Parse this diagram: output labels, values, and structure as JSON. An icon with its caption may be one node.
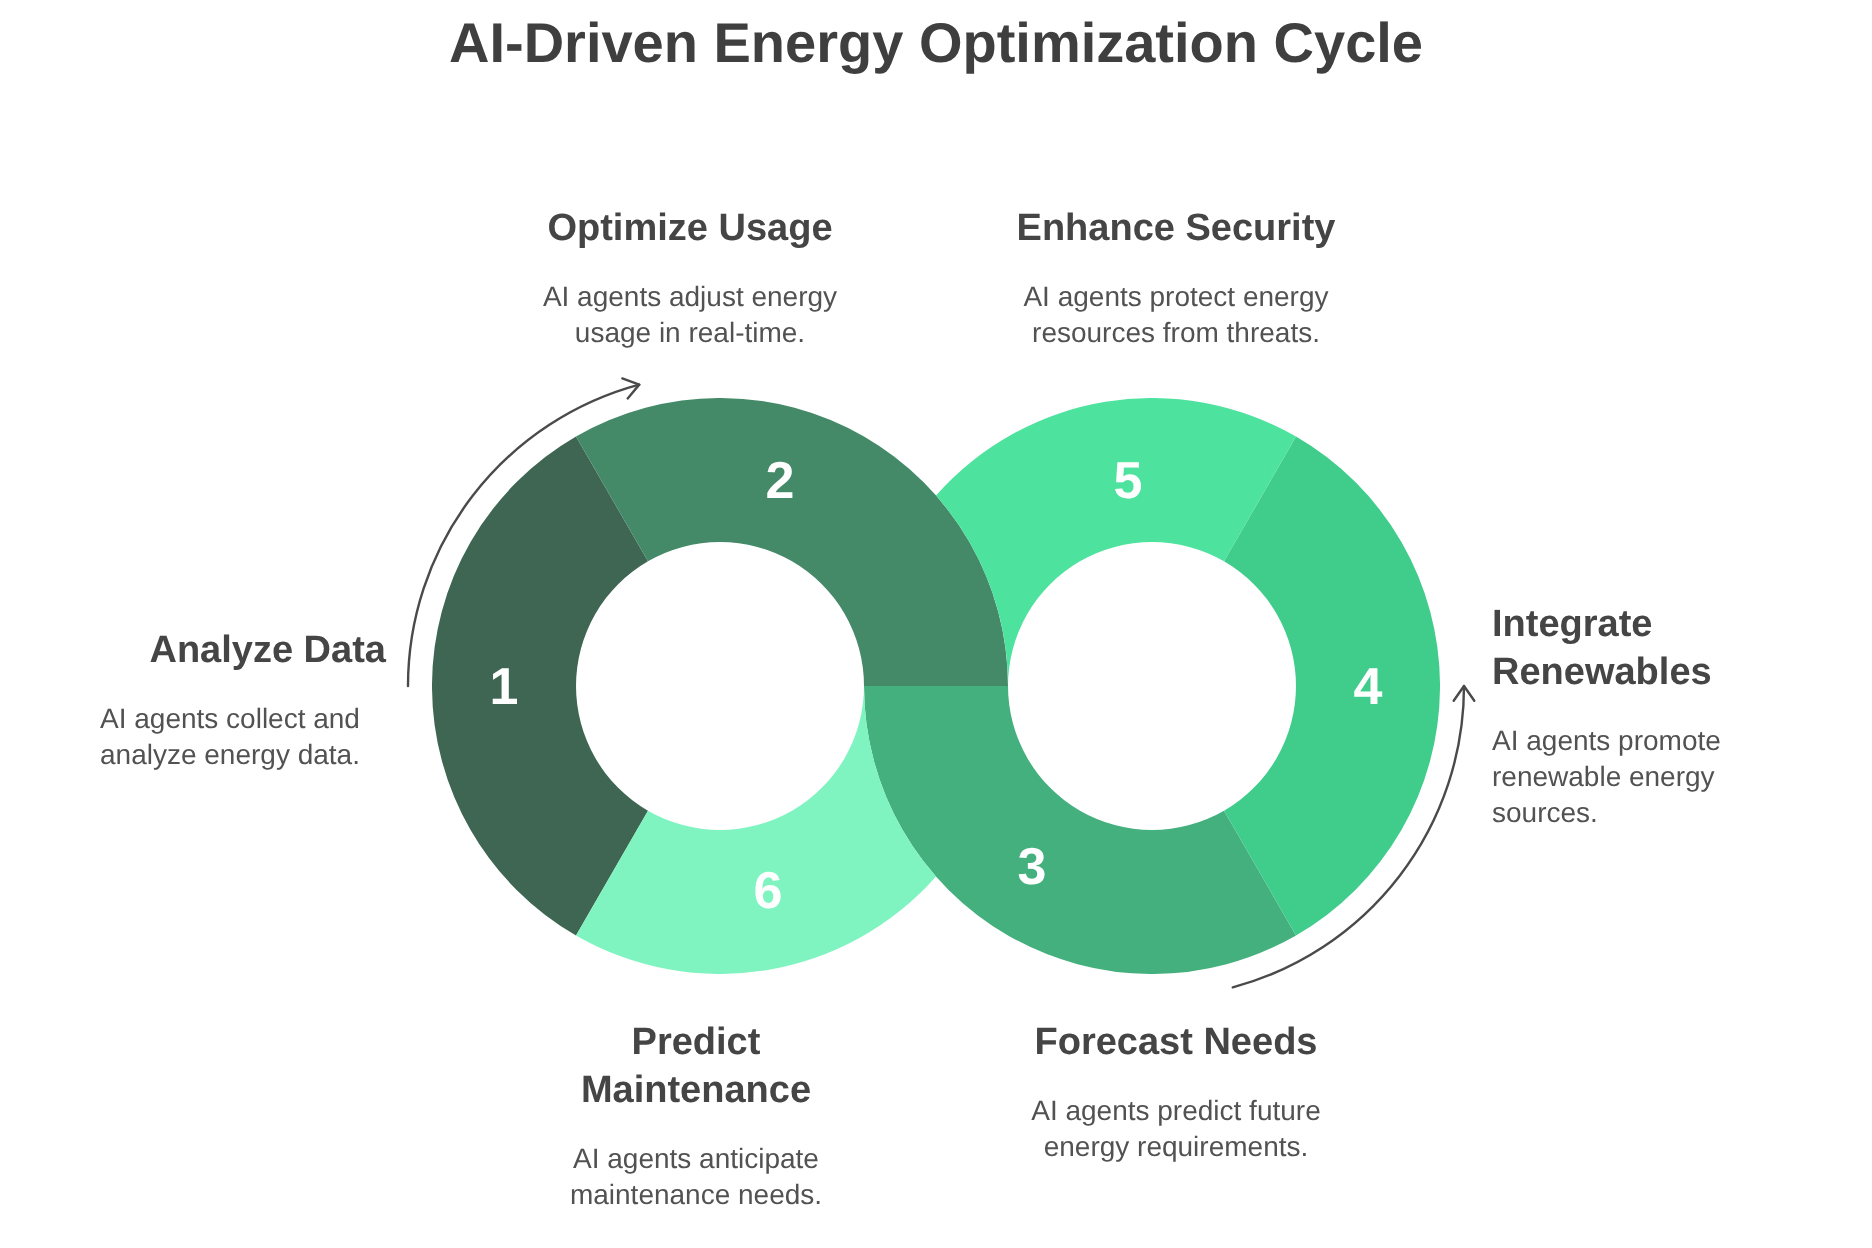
{
  "diagram": {
    "title": "AI-Driven Energy Optimization Cycle",
    "nodes": [
      {
        "text": [
          "1"
        ],
        "beside": [
          "Analyze Data",
          "AI agents collect and analyze energy data."
        ]
      },
      {
        "text": [
          "2"
        ],
        "beside": [
          "Optimize Usage",
          "AI agents adjust energy usage in real-time."
        ]
      },
      {
        "text": [
          "3"
        ],
        "beside": [
          "Forecast Needs",
          "AI agents predict future energy requirements."
        ]
      },
      {
        "text": [
          "4"
        ],
        "beside": [
          "Integrate Renewables",
          "AI agents promote renewable energy sources."
        ]
      },
      {
        "text": [
          "5"
        ],
        "beside": [
          "Enhance Security",
          "AI agents protect energy resources from threats."
        ]
      },
      {
        "text": [
          "6"
        ],
        "beside": [
          "Predict Maintenance",
          "AI agents anticipate maintenance needs."
        ]
      }
    ]
  }
}
